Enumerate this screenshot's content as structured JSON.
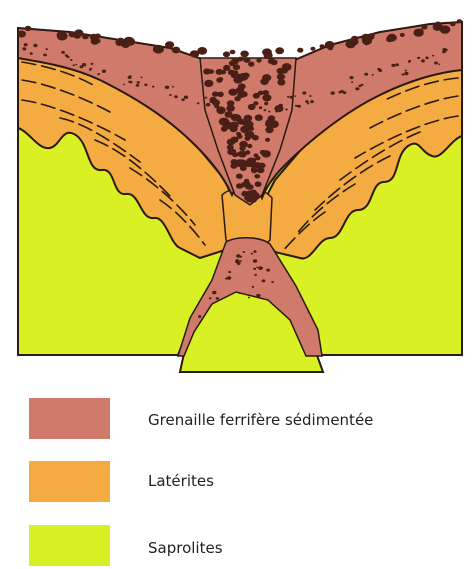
{
  "colors": {
    "grenaille": "#cf7a6a",
    "laterite": "#f4ab42",
    "saprolite": "#d9f025",
    "outline": "#2a1a12",
    "pisolith": "#4a1f16"
  },
  "legend": {
    "items": [
      {
        "label": "Grenaille ferrifère sédimentée",
        "color": "#cf7a6a"
      },
      {
        "label": "Latérites",
        "color": "#f4ab42"
      },
      {
        "label": "Saprolites",
        "color": "#d9f025"
      }
    ]
  }
}
